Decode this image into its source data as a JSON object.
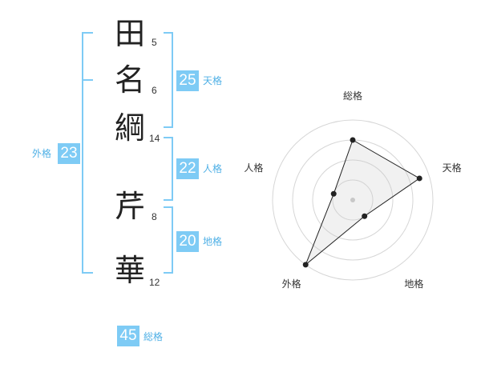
{
  "name": {
    "chars": [
      {
        "char": "田",
        "strokes": "5"
      },
      {
        "char": "名",
        "strokes": "6"
      },
      {
        "char": "綱",
        "strokes": "14"
      },
      {
        "char": "芹",
        "strokes": "8"
      },
      {
        "char": "華",
        "strokes": "12"
      }
    ]
  },
  "fortune": {
    "gaikaku": {
      "value": "23",
      "label": "外格"
    },
    "tenkaku": {
      "value": "25",
      "label": "天格"
    },
    "jinkaku": {
      "value": "22",
      "label": "人格"
    },
    "chikaku": {
      "value": "20",
      "label": "地格"
    },
    "soukaku": {
      "value": "45",
      "label": "総格"
    }
  },
  "colors": {
    "accent": "#7ecbf5",
    "accent_text": "#4fb0e6"
  },
  "chart_data": {
    "type": "radar",
    "axes": [
      "総格",
      "天格",
      "地格",
      "外格",
      "人格"
    ],
    "levels": 4,
    "max": 4,
    "values": [
      3.0,
      3.5,
      1.0,
      4.0,
      1.0
    ]
  }
}
